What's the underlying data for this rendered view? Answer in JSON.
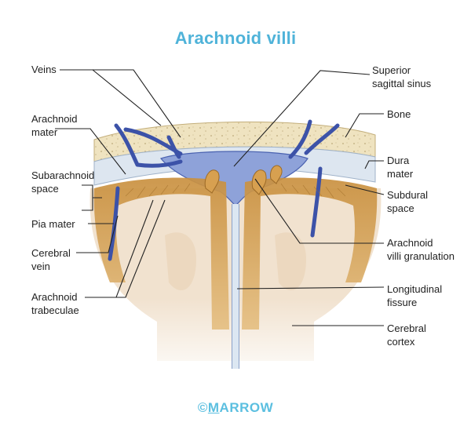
{
  "title": "Arachnoid villi",
  "labels": {
    "veins": "Veins",
    "arachnoid_mater": [
      "Arachnoid",
      "mater"
    ],
    "subarachnoid_space": [
      "Subarachnoid",
      "space"
    ],
    "pia_mater": "Pia mater",
    "cerebral_vein": [
      "Cerebral",
      "vein"
    ],
    "arachnoid_trabeculae": [
      "Arachnoid",
      "trabeculae"
    ],
    "superior_sagittal_sinus": [
      "Superior",
      "sagittal sinus"
    ],
    "bone": "Bone",
    "dura_mater": [
      "Dura",
      "mater"
    ],
    "subdural_space": [
      "Subdural",
      "space"
    ],
    "arachnoid_villi_granulation": [
      "Arachnoid",
      "villi granulation"
    ],
    "longitudinal_fissure": [
      "Longitudinal",
      "fissure"
    ],
    "cerebral_cortex": [
      "Cerebral",
      "cortex"
    ]
  },
  "watermark": {
    "symbol": "©",
    "first_letter": "M",
    "rest": "ARROW"
  },
  "colors": {
    "title": "#4fb3d9",
    "bone": "#efe3c0",
    "dura": "#d9e3ee",
    "vein": "#3c52a8",
    "sinus": "#8a9fd8",
    "cortex": "#d7a65a",
    "white_matter": "#efddc6",
    "leader_line": "#222222",
    "watermark": "#5bbfe0"
  }
}
